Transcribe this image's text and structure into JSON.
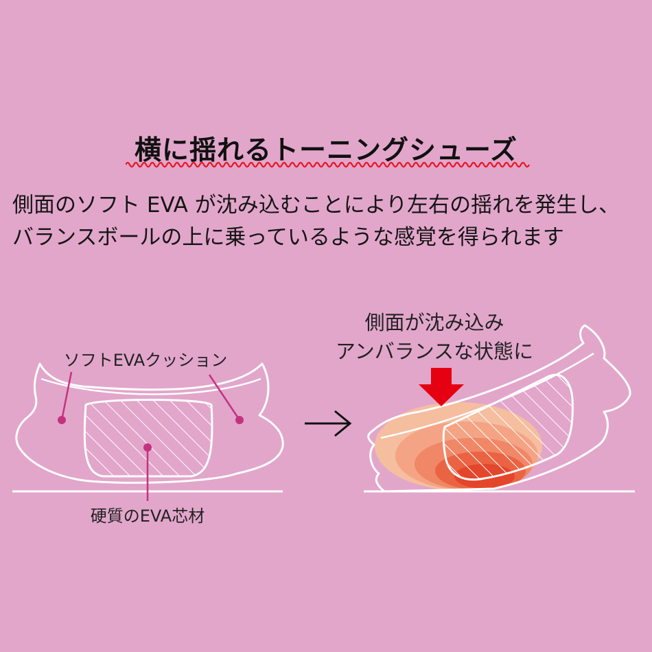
{
  "title": "横に揺れるトーニングシューズ",
  "description": {
    "line1": "側面のソフト EVA が沈み込むことにより左右の揺れを発生し、",
    "line2": "バランスボールの上に乗っているような感覚を得られます"
  },
  "left_diagram": {
    "label_top": "ソフトEVAクッション",
    "label_bottom": "硬質のEVA芯材"
  },
  "right_diagram": {
    "caption_line1": "側面が沈み込み",
    "caption_line2": "アンバランスな状態に"
  },
  "colors": {
    "background": "#e2a6cb",
    "accent_wave": "#e8141e",
    "leader_line": "#c4327f",
    "press_arrow": "#e50012",
    "outline": "#ffffff"
  }
}
